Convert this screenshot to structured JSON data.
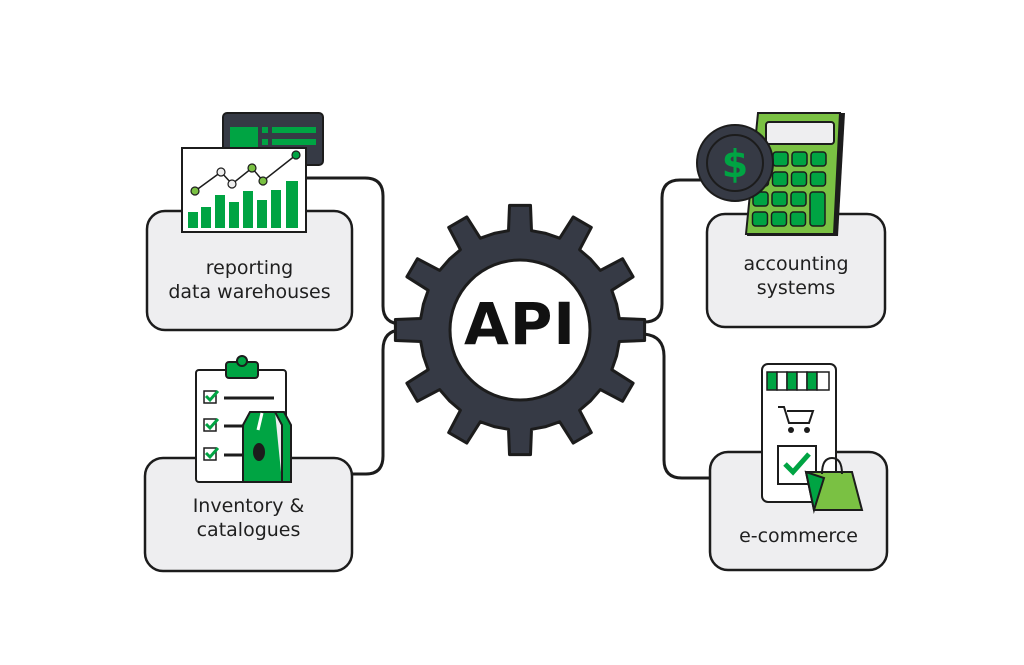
{
  "center": {
    "label": "API"
  },
  "nodes": [
    {
      "id": "reporting",
      "label_line1": "reporting",
      "label_line2": "data warehouses",
      "icon": "chart-dashboard-icon"
    },
    {
      "id": "inventory",
      "label_line1": "Inventory &",
      "label_line2": "catalogues",
      "icon": "clipboard-checklist-icon"
    },
    {
      "id": "accounting",
      "label_line1": "accounting",
      "label_line2": "systems",
      "icon": "calculator-coin-icon"
    },
    {
      "id": "ecommerce",
      "label_line1": "e-commerce",
      "label_line2": "",
      "icon": "shopping-phone-icon"
    }
  ],
  "colors": {
    "green": "#00a443",
    "light_green": "#7ac143",
    "dark": "#363a45",
    "box": "#eeeef0",
    "stroke": "#1c1c1c"
  }
}
